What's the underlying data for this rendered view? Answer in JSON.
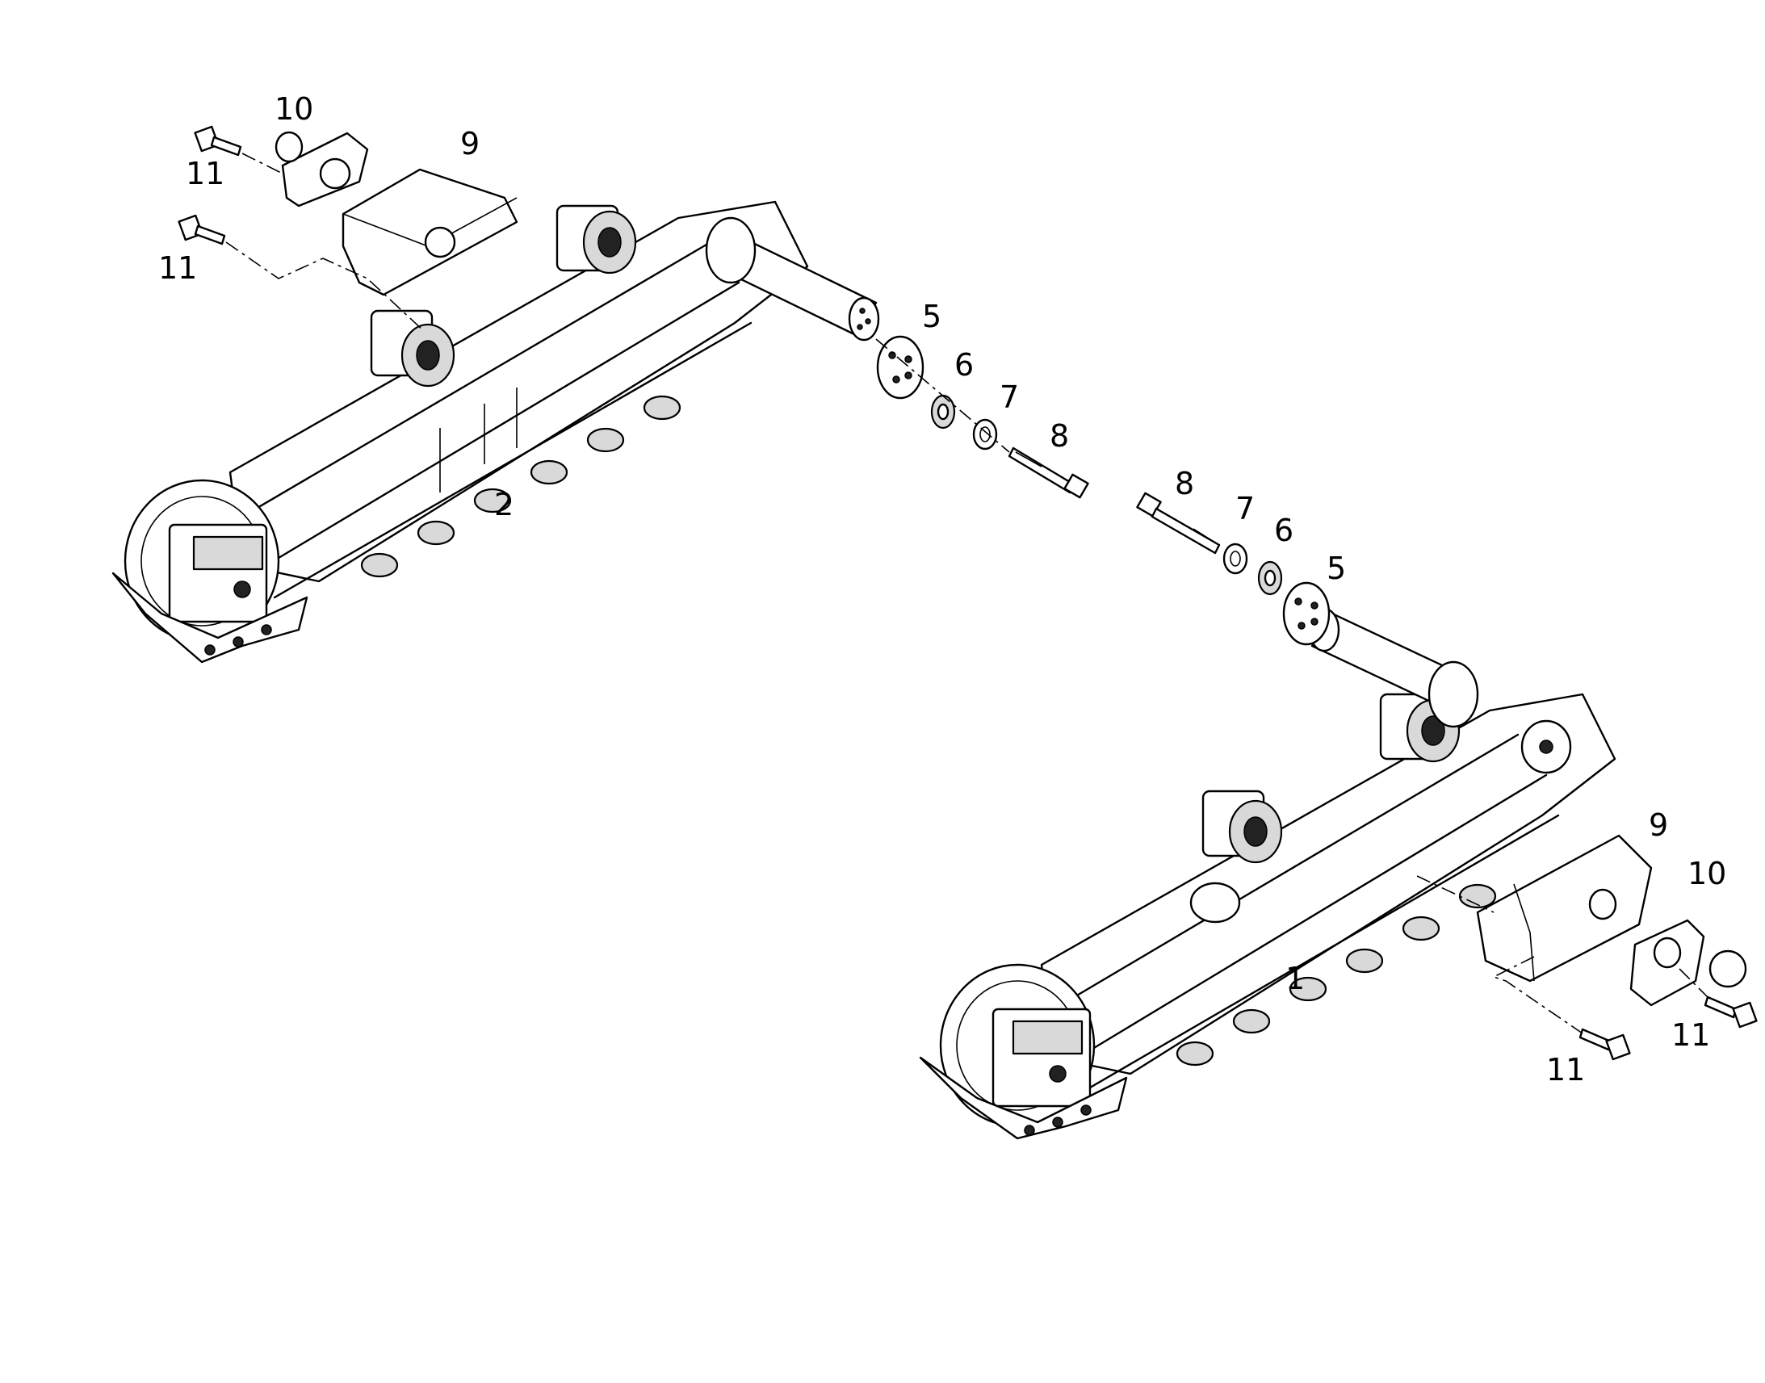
{
  "callouts": {
    "left_track_frame": "2",
    "right_track_frame": "1",
    "left_hub": "5",
    "left_washer": "6",
    "left_spacer": "7",
    "left_bolt": "8",
    "right_bolt": "8",
    "right_spacer": "7",
    "right_washer": "6",
    "right_hub": "5",
    "left_mount_block": "9",
    "left_pin_plate": "10",
    "left_screw_upper": "11",
    "left_screw_lower": "11",
    "right_mount_block": "9",
    "right_pin_plate": "10",
    "right_screw_upper": "11",
    "right_screw_lower": "11"
  }
}
